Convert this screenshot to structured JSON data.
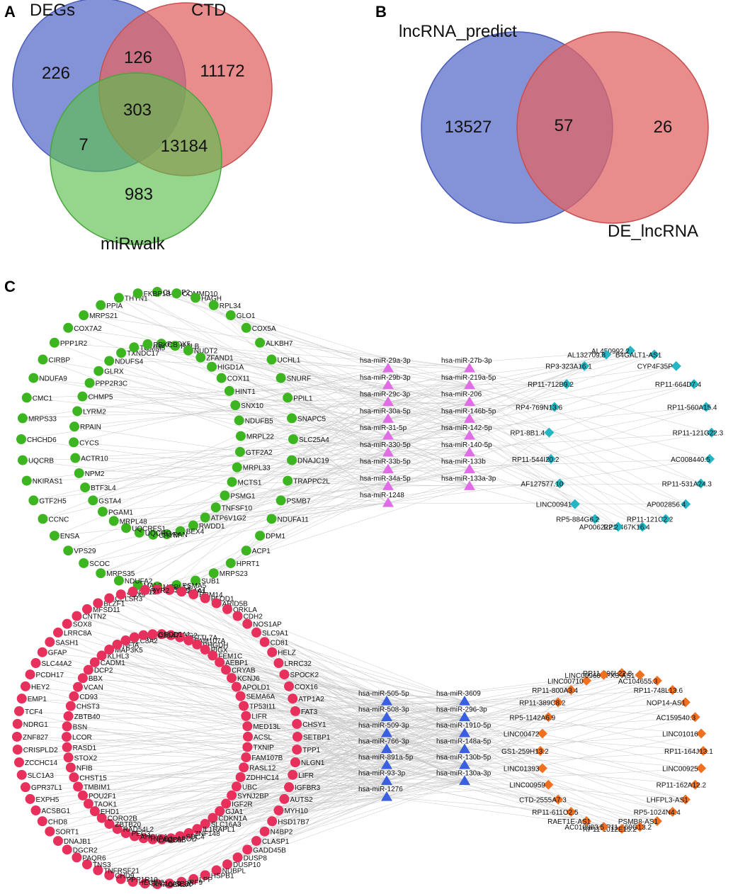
{
  "panelA": {
    "letter": "A",
    "sets": {
      "degs": {
        "label": "DEGs",
        "color": "#5b6ec9"
      },
      "ctd": {
        "label": "CTD",
        "color": "#e06666"
      },
      "mirwalk": {
        "label": "miRwalk",
        "color": "#5cbf4f"
      }
    },
    "counts": {
      "degs_only": "226",
      "degs_ctd": "126",
      "ctd_only": "11172",
      "all": "303",
      "degs_mirwalk": "7",
      "ctd_mirwalk": "13184",
      "mirwalk_only": "983"
    }
  },
  "panelB": {
    "letter": "B",
    "sets": {
      "predict": {
        "label": "lncRNA_predict",
        "color": "#5b6ec9"
      },
      "de": {
        "label": "DE_lncRNA",
        "color": "#e06666"
      }
    },
    "counts": {
      "predict_only": "13527",
      "both": "57",
      "de_only": "26"
    }
  },
  "panelC": {
    "letter": "C",
    "network_top": {
      "mrna_color": "#3cb521",
      "mirna_color": "#e06de6",
      "lncrna_color": "#24b6c4",
      "mrna_outer": [
        "CLASP2",
        "COMMD10",
        "HAGH",
        "RPL34",
        "GLO1",
        "COX5A",
        "ALKBH7",
        "UCHL1",
        "SNURF",
        "PPIL1",
        "SNAPC5",
        "SLC25A4",
        "DNAJC19",
        "TRAPPC2L",
        "PSMB7",
        "NDUFA11",
        "DPM1",
        "ACP1",
        "HPRT1",
        "MRPS23",
        "SUB1",
        "PSMA5",
        "MRPL13",
        "MAL2",
        "NDUFA2",
        "MRPS35",
        "SCOC",
        "VPS29",
        "ENSA",
        "CCNC",
        "GTF2H5",
        "NKIRAS1",
        "UQCRB",
        "CHCHD6",
        "MRPS33",
        "CMC1",
        "NDUFA9",
        "CIRBP",
        "PPP1R2",
        "COX7A2",
        "MRPS21",
        "PPIA",
        "THYN1",
        "FKBP1B"
      ],
      "mrna_inner": [
        "PRDX5",
        "RALB",
        "NUDT2",
        "ZFAND1",
        "HIGD1A",
        "COX11",
        "HINT1",
        "SNX10",
        "NDUFB5",
        "MRPL22",
        "GTF2A2",
        "MRPL33",
        "MCTS1",
        "PSMG1",
        "TNFSF10",
        "ATP6V1G2",
        "RWDD1",
        "BEX4",
        "RAN",
        "CRYM",
        "UQCRQ",
        "UQCRFS1",
        "MRPL48",
        "PGAM1",
        "GSTA4",
        "BTF3L4",
        "NPM2",
        "ACTR10",
        "CYCS",
        "RPAIN",
        "LYRM2",
        "CHMP5",
        "PPP2R3C",
        "GLRX",
        "NDUFS4",
        "TXNDC17",
        "TOMM5",
        "PRKCB"
      ],
      "mirnas": [
        "hsa-miR-29a-3p",
        "hsa-miR-27b-3p",
        "hsa-miR-29b-3p",
        "hsa-miR-219a-5p",
        "hsa-miR-29c-3p",
        "hsa-miR-206",
        "hsa-miR-30a-5p",
        "hsa-miR-146b-5p",
        "hsa-miR-31-5p",
        "hsa-miR-142-5p",
        "hsa-miR-330-5p",
        "hsa-miR-140-5p",
        "hsa-miR-33b-5p",
        "hsa-miR-133b",
        "hsa-miR-34a-5p",
        "hsa-miR-133a-3p",
        "hsa-miR-1248"
      ],
      "lncrnas": [
        "AL450992.2",
        "B4GALT1-AS1",
        "CYP4F35P",
        "RP11-664D7.4",
        "RP11-560A15.4",
        "RP11-121G22.3",
        "AC008440.5",
        "RP11-531A24.3",
        "AP002856.4",
        "RP11-121C2.2",
        "RP3-467K16.4",
        "AP006222.2",
        "RP5-884G6.2",
        "LINC00941",
        "AF127577.10",
        "RP11-544I20.2",
        "RP1-8B1.4",
        "RP4-769N13.6",
        "RP11-712B9.2",
        "RP3-323A16.1",
        "AL132709.8"
      ]
    },
    "network_bottom": {
      "mrna_color": "#e8305c",
      "mirna_color": "#3a5fe0",
      "lncrna_color": "#f07020",
      "mrna_outer": [
        "PTCHD1",
        "SEC61A1",
        "UPF1",
        "RBM14",
        "PLOD1",
        "ARID5B",
        "ORKLA",
        "CDH2",
        "NOS1AP",
        "SLC9A1",
        "CD81",
        "HELZ",
        "LRRC32",
        "SPOCK2",
        "COX16",
        "ATP1A2",
        "FAT3",
        "CHSY1",
        "SETBP1",
        "TPP1",
        "NLGN1",
        "LIFR",
        "IGFBR3",
        "AUTS2",
        "MYH10",
        "HSD17B7",
        "N4BP2",
        "CLASP1",
        "GADD45B",
        "DUSP8",
        "DUSP10",
        "NUBPL",
        "HSPB1",
        "LPP",
        "IRF9",
        "SEZ6",
        "POLR3A",
        "SLC16A9",
        "HECW2",
        "PPP1R10",
        "CHD9",
        "TNFRSF21",
        "TNS3",
        "PAQR6",
        "DGCR2",
        "DNAJB1",
        "SORT1",
        "CHD8",
        "ACSBG1",
        "EXPH5",
        "GPR37L1",
        "SLC1A3",
        "ZCCHC14",
        "CRISPLD2",
        "ZNF827",
        "NDRG1",
        "TCF4",
        "EMP1",
        "HEY2",
        "PCDH17",
        "SLC44A2",
        "GFAP",
        "SASH1",
        "LRRC8A",
        "SOX8",
        "CNTN2",
        "MFSD11",
        "BLZF1",
        "CELSR3",
        "SOX9",
        "CA12",
        "RYR2"
      ],
      "mrna_inner": [
        "ABCA1",
        "OLIG2",
        "METTL7A",
        "FAM107A",
        "PHGDH",
        "PIGX",
        "FEM1C",
        "AEBP1",
        "CRYAB",
        "KCNJ6",
        "APOLD1",
        "SEMA6A",
        "TP53I11",
        "LIFR",
        "MED13L",
        "ACSL",
        "TXNIP",
        "FAM107B",
        "RASL12",
        "ZDHHC14",
        "UBC",
        "SYNJ2BP",
        "IGF2R",
        "GJA1",
        "CDKN1A",
        "SLC16A3",
        "IL1RAPL1",
        "ZNF148",
        "SDC4",
        "APOD",
        "CBLB",
        "LAMC1",
        "TNPO3",
        "AHCYL1",
        "PEG3",
        "RAD54L2",
        "ZBTB20",
        "CORO2B",
        "EHD1",
        "TAOK1",
        "POU2F1",
        "TMBIM1",
        "CHST15",
        "NFIB",
        "STOX2",
        "RASD1",
        "LCOR",
        "BSN",
        "ZBTB40",
        "CHST3",
        "CD93",
        "VCAN",
        "BBX",
        "DCP2",
        "CADM1",
        "KLHL3",
        "MAP3K5",
        "NFIA",
        "SLC8A2",
        "SIK3",
        "SLC30A7",
        "GFOD1"
      ],
      "mirnas": [
        "hsa-miR-505-5p",
        "hsa-miR-3609",
        "hsa-miR-508-3p",
        "hsa-miR-296-3p",
        "hsa-miR-509-3p",
        "hsa-miR-1910-5p",
        "hsa-miR-766-3p",
        "hsa-miR-148a-5p",
        "hsa-miR-891a-5p",
        "hsa-miR-130b-5p",
        "hsa-miR-93-3p",
        "hsa-miR-130a-3p",
        "hsa-miR-1276"
      ],
      "lncrnas": [
        "RP11-296L22.8",
        "RFX3-AS1",
        "AC104655.3",
        "RP11-748L13.6",
        "NOP14-AS1",
        "AC159540.3",
        "LINC01016",
        "RP11-164J13.1",
        "LINC00925",
        "RP11-162A12.2",
        "LHFPL3-AS1",
        "RP5-1024N4.4",
        "PSMB8-AS1",
        "RP11-569G13.2",
        "RP11-1012E15.2",
        "AC010883.5",
        "RAET1E-AS1",
        "RP11-611O2.5",
        "CTD-2555A7.3",
        "LINC00959",
        "LINC01393",
        "GS1-259H13.2",
        "LINC00472",
        "RP5-1142A6.9",
        "RP11-389C8.2",
        "RP11-800A3.4",
        "LINC00710",
        "LINC00960"
      ]
    }
  }
}
